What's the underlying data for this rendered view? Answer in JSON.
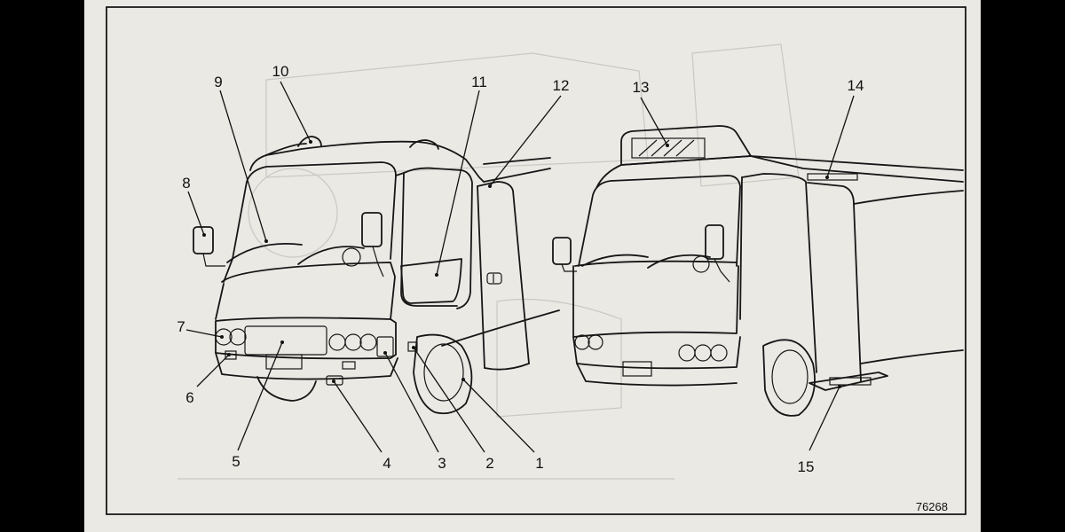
{
  "figure": {
    "figure_number": "76268",
    "callouts": [
      "1",
      "2",
      "3",
      "4",
      "5",
      "6",
      "7",
      "8",
      "9",
      "10",
      "11",
      "12",
      "13",
      "14",
      "15"
    ]
  },
  "colors": {
    "paper": "#eae9e4",
    "ink": "#161616",
    "background": "#000000"
  }
}
